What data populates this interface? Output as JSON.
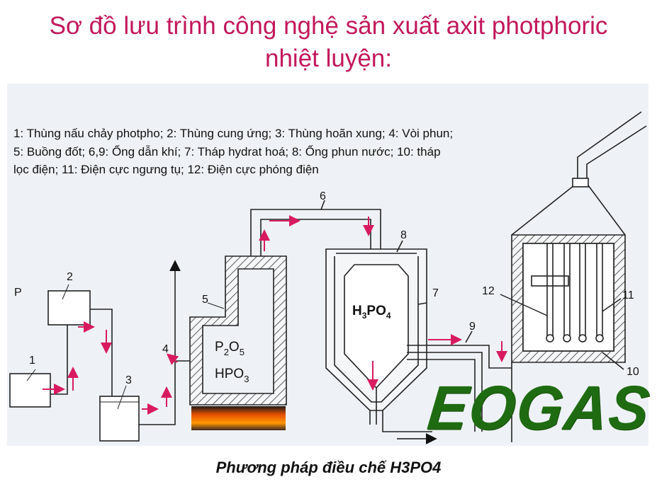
{
  "title_lines": [
    "Sơ đồ lưu trình công nghệ sản xuất axit photphoric",
    "nhiệt luyện:"
  ],
  "legend_lines": [
    "1: Thùng nấu chảy photpho; 2: Thùng cung ứng; 3: Thùng hoãn xung; 4: Vòi phun;",
    "5: Buồng đốt; 6,9: Ống dẫn khí; 7: Tháp hydrat hoá; 8: Ống phun nước; 10: tháp",
    "lọc điện; 11: Điện cực ngưng tụ; 12: Điện cực phóng điện"
  ],
  "diagram": {
    "input_label": "P",
    "numbers": {
      "n1": "1",
      "n2": "2",
      "n3": "3",
      "n4": "4",
      "n5": "5",
      "n6": "6",
      "n7": "7",
      "n8": "8",
      "n9": "9",
      "n10": "10",
      "n11": "11",
      "n12": "12"
    },
    "chamber_text": {
      "p2o5_base": "P",
      "p2o5_sub1": "2",
      "p2o5_mid": "O",
      "p2o5_sub2": "5",
      "hpo3_base": "HPO",
      "hpo3_sub": "3"
    },
    "tower_text": {
      "h_base": "H",
      "h_sub": "3",
      "po_base": "PO",
      "po_sub": "4"
    }
  },
  "brand": "EOGAS",
  "caption": "Phương pháp điều chế H3PO4",
  "colors": {
    "title": "#c2185b",
    "arrow": "#d81b60",
    "brand": "#1f6b12",
    "panel": "#eef2f6"
  }
}
